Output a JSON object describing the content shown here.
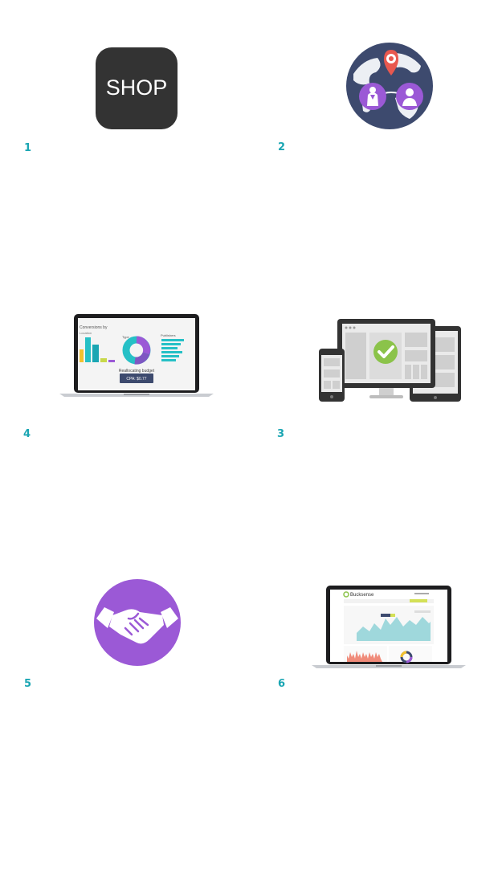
{
  "steps": [
    {
      "number": "1",
      "icon": "shop-app-icon",
      "shop_label": "SHOP"
    },
    {
      "number": "2",
      "icon": "globe-people-location-icon"
    },
    {
      "number": "4",
      "icon": "laptop-analytics-dashboard-icon",
      "screen": {
        "heading": "Conversions by",
        "subheading": "Location",
        "donut_title": "Type",
        "list_title": "Publishers",
        "budget_text": "Reallocating budget",
        "cpa_text": "CPA: $0.77"
      }
    },
    {
      "number": "3",
      "icon": "multi-device-responsive-check-icon"
    },
    {
      "number": "5",
      "icon": "handshake-icon"
    },
    {
      "number": "6",
      "icon": "laptop-bucksense-dashboard-icon",
      "screen": {
        "brand": "Bucksense"
      }
    }
  ],
  "colors": {
    "accent": "#1ba6b3",
    "dark": "#333333",
    "navy": "#3d4a6e",
    "purple": "#9b59d6",
    "red": "#e8584f",
    "green": "#8bc34a",
    "teal": "#26c0c6",
    "yellow": "#f2c12e"
  }
}
